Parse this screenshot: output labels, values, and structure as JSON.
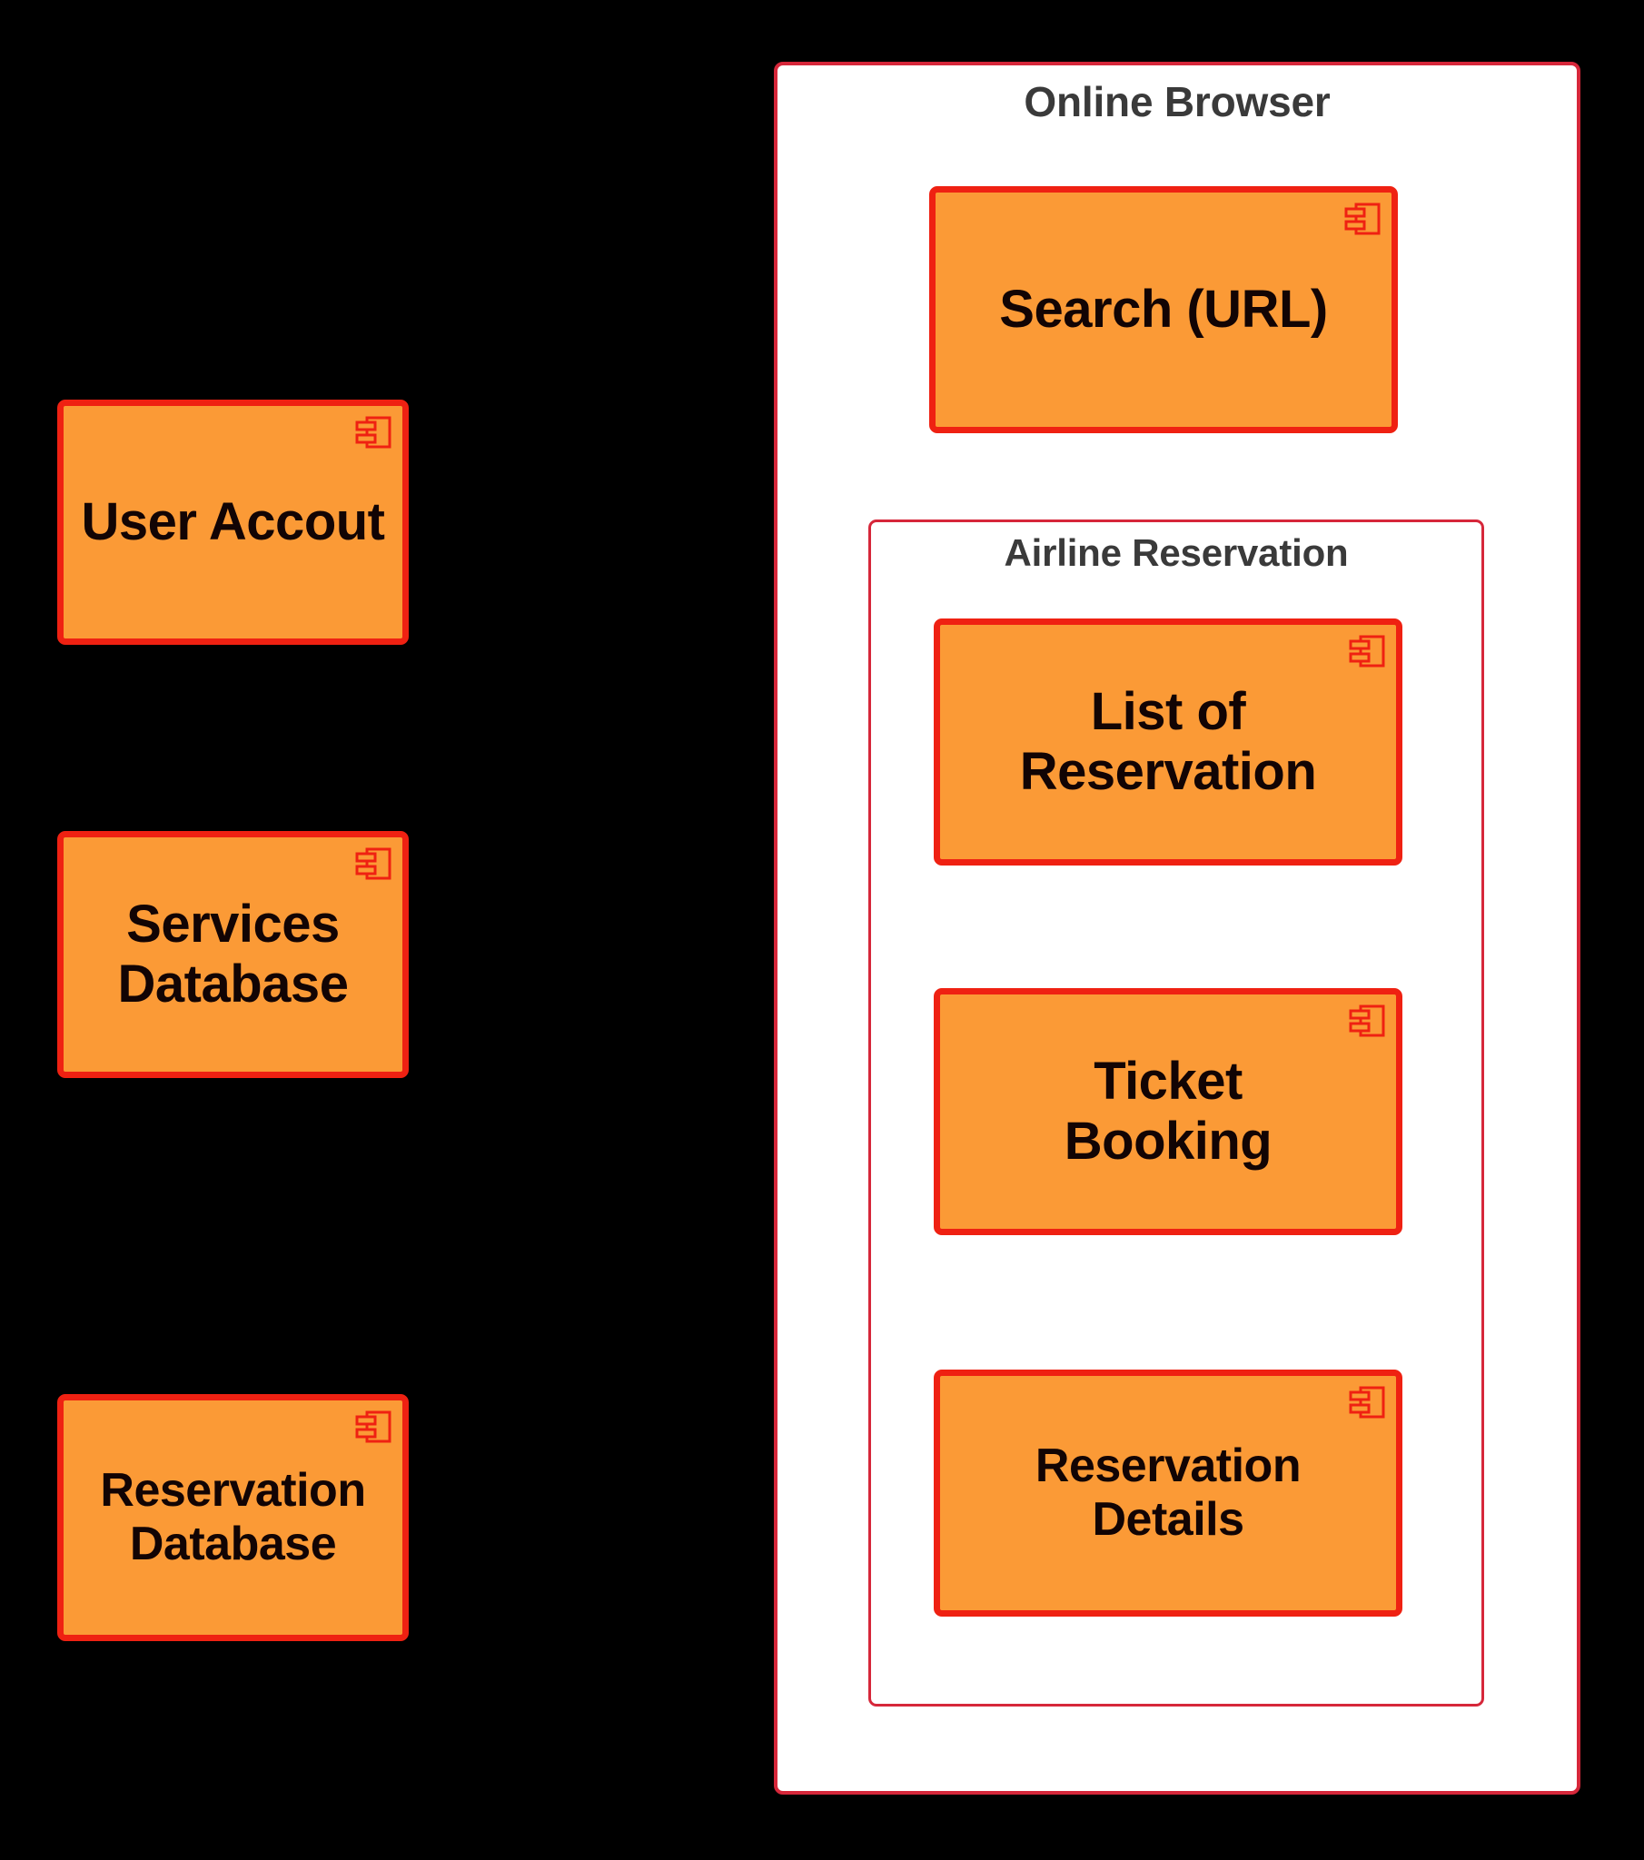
{
  "diagram": {
    "type": "uml-component-diagram",
    "background_color": "#000000",
    "palette": {
      "component_fill": "#fb9a36",
      "component_border": "#ef2112",
      "package_fill": "#ffffff",
      "package_border": "#d6273a",
      "component_text": "#120404",
      "package_text": "#3a3a3a"
    }
  },
  "standalone_components": [
    {
      "label": "User Accout",
      "icon": "uml-component-icon"
    },
    {
      "label": "Services\nDatabase",
      "icon": "uml-component-icon"
    },
    {
      "label": "Reservation\nDatabase",
      "icon": "uml-component-icon"
    }
  ],
  "online_browser": {
    "title": "Online Browser",
    "components": [
      {
        "label": "Search (URL)",
        "icon": "uml-component-icon"
      }
    ],
    "airline_reservation": {
      "title": "Airline Reservation",
      "components": [
        {
          "label": "List of\nReservation",
          "icon": "uml-component-icon"
        },
        {
          "label": "Ticket\nBooking",
          "icon": "uml-component-icon"
        },
        {
          "label": "Reservation\nDetails",
          "icon": "uml-component-icon"
        }
      ]
    }
  }
}
